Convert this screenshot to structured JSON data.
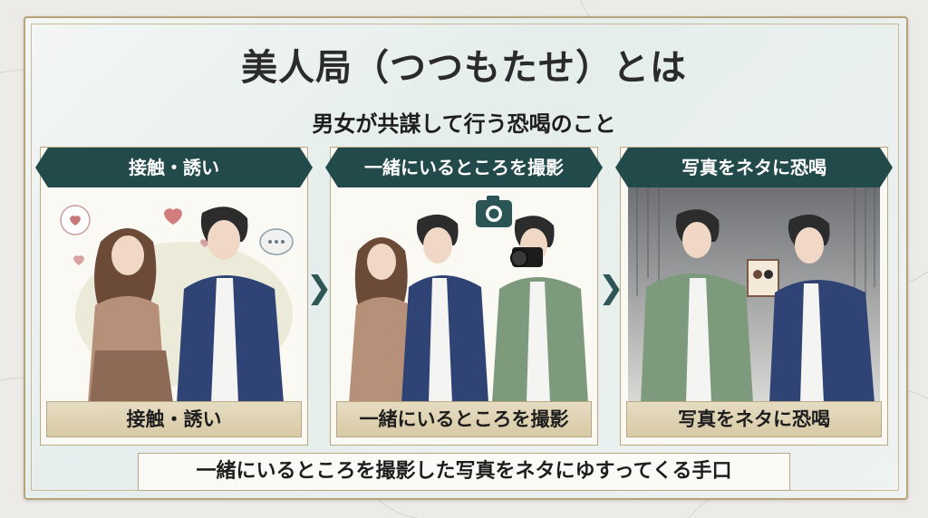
{
  "title": "美人局（つつもたせ）とは",
  "subtitle": "男女が共謀して行う恐喝のこと",
  "steps": [
    {
      "header": "接触・誘い",
      "footer": "接触・誘い"
    },
    {
      "header": "一緒にいるところを撮影",
      "footer": "一緒にいるところを撮影"
    },
    {
      "header": "写真をネタに恐喝",
      "footer": "写真をネタに恐喝"
    }
  ],
  "bottom_caption": "一緒にいるところを撮影した写真をネタにゆすってくる手口",
  "colors": {
    "header_bg": "#224a4a",
    "frame_gold": "#b7a27a",
    "background": "#ecebe7",
    "jacket_navy": "#2f4475",
    "jacket_green": "#7d9a7d"
  },
  "icons": [
    "camera-icon",
    "heart-icon",
    "speech-bubble-icon",
    "chevron-right-icon"
  ]
}
